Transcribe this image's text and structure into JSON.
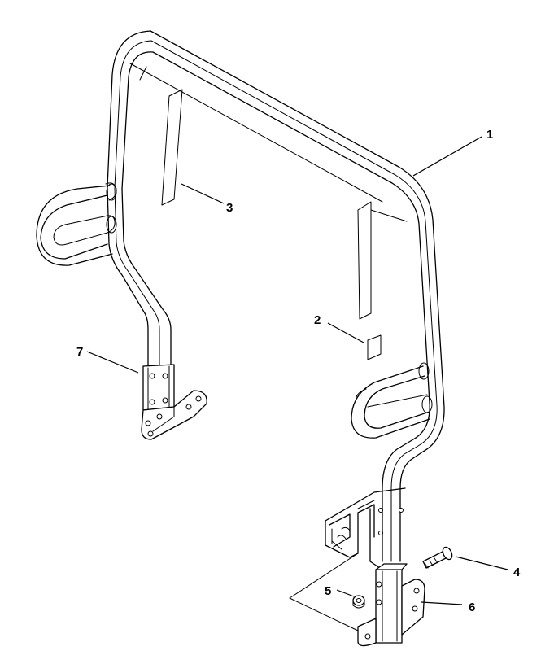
{
  "diagram": {
    "callouts": [
      {
        "id": "1",
        "label": "1",
        "part": "roll-bar"
      },
      {
        "id": "2",
        "label": "2",
        "part": "decal-right"
      },
      {
        "id": "3",
        "label": "3",
        "part": "decal-left"
      },
      {
        "id": "4",
        "label": "4",
        "part": "bolt"
      },
      {
        "id": "5",
        "label": "5",
        "part": "nut"
      },
      {
        "id": "6",
        "label": "6",
        "part": "mount-bracket-right"
      },
      {
        "id": "7",
        "label": "7",
        "part": "mount-bracket-left"
      }
    ],
    "colors": {
      "line": "#000000",
      "background": "#ffffff"
    }
  }
}
